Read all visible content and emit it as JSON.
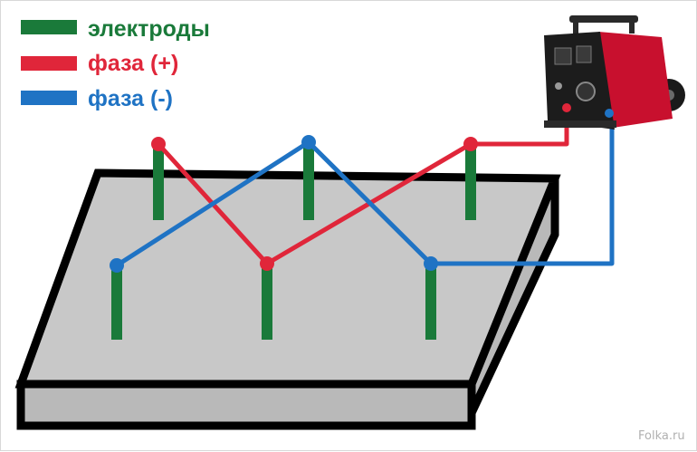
{
  "legend": [
    {
      "key": "electrodes",
      "label": "электроды",
      "color": "#1a7a3a"
    },
    {
      "key": "phase_plus",
      "label": "фаза (+)",
      "color": "#e0263a"
    },
    {
      "key": "phase_minus",
      "label": "фаза (-)",
      "color": "#1f73c4"
    }
  ],
  "colors": {
    "slab_top": "#c8c8c8",
    "slab_side": "#b9b9b9",
    "slab_outline": "#000000",
    "electrode": "#1a7a3a",
    "wire_plus": "#e0263a",
    "wire_minus": "#1f73c4",
    "welder_body": "#c8102e"
  },
  "icons": [
    "welding-transformer-icon"
  ],
  "watermark": "Folka.ru"
}
